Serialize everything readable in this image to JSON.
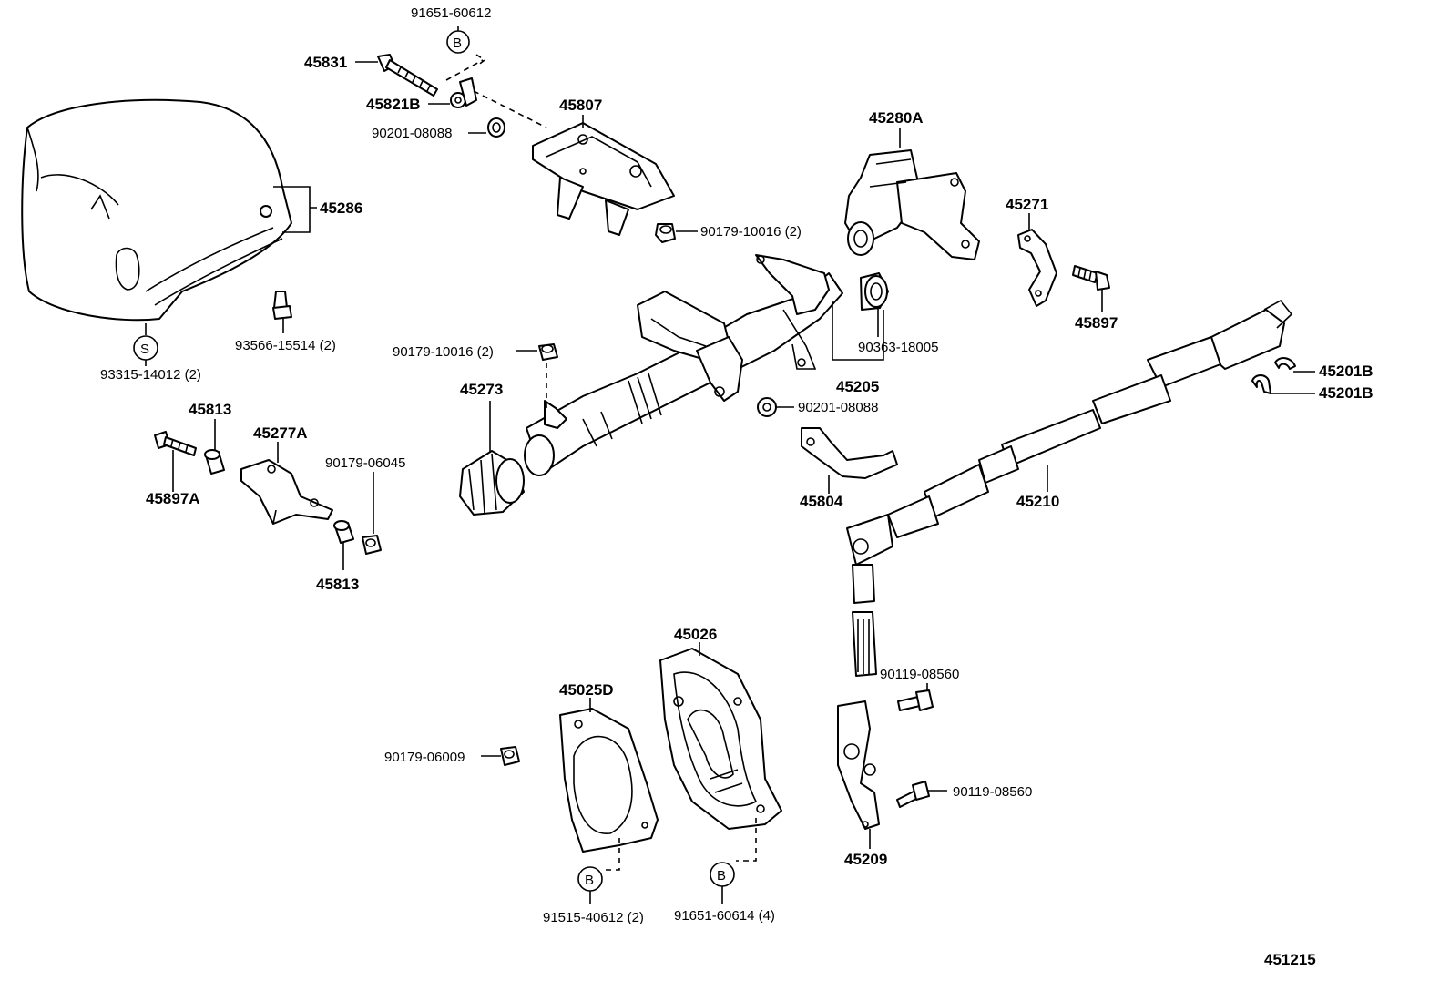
{
  "diagram_code": "451215",
  "callouts": {
    "c_B": "B",
    "c_S": "S"
  },
  "labels": {
    "p91651_60612": "91651-60612",
    "p45831": "45831",
    "p45821B": "45821B",
    "p90201_08088_top": "90201-08088",
    "p45807": "45807",
    "p45286": "45286",
    "p93566_15514": "93566-15514 (2)",
    "p93315_14012": "93315-14012 (2)",
    "p90179_10016_a": "90179-10016 (2)",
    "p90179_10016_b": "90179-10016 (2)",
    "p45280A": "45280A",
    "p45271": "45271",
    "p45897": "45897",
    "p90363_18005": "90363-18005",
    "p45205": "45205",
    "p45201B_a": "45201B",
    "p45201B_b": "45201B",
    "p45273": "45273",
    "p90201_08088_mid": "90201-08088",
    "p45813_a": "45813",
    "p45277A": "45277A",
    "p90179_06045": "90179-06045",
    "p45897A": "45897A",
    "p45813_b": "45813",
    "p45804": "45804",
    "p45210": "45210",
    "p45026": "45026",
    "p45025D": "45025D",
    "p90119_08560_a": "90119-08560",
    "p90179_06009": "90179-06009",
    "p90119_08560_b": "90119-08560",
    "p45209": "45209",
    "p91515_40612": "91515-40612 (2)",
    "p91651_60614": "91651-60614 (4)"
  }
}
